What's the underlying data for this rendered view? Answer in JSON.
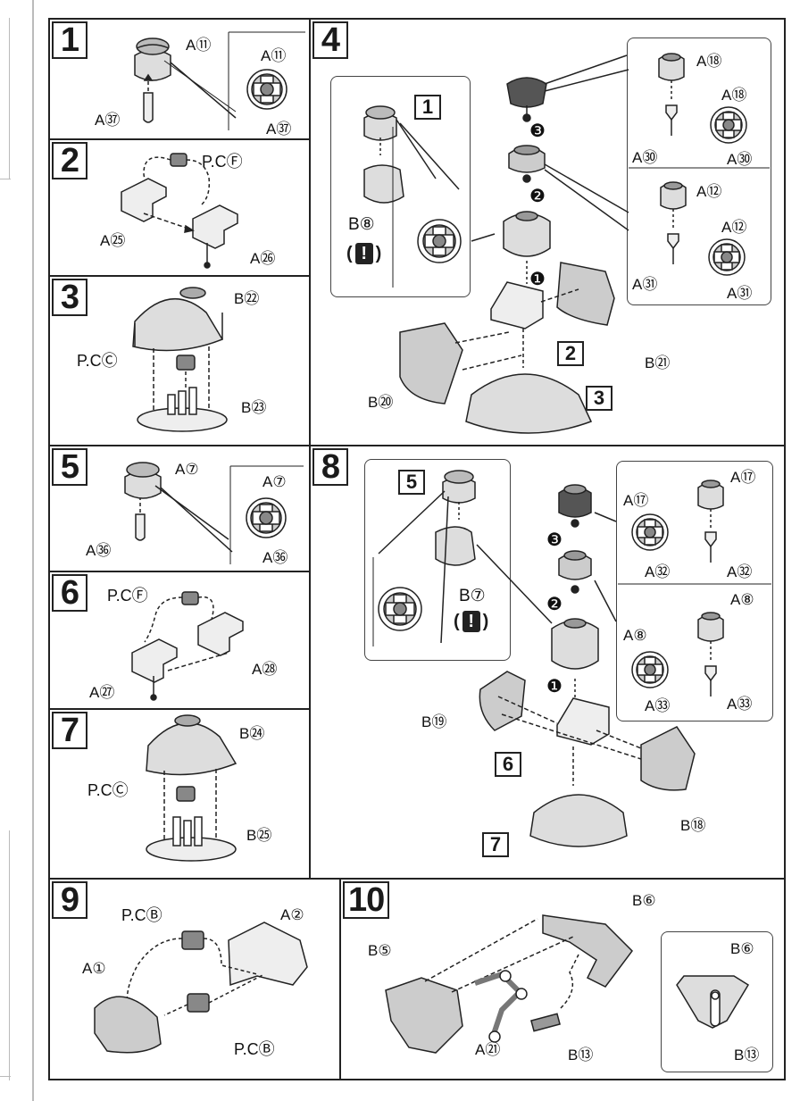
{
  "steps": {
    "s1": {
      "number": "1",
      "labels": {
        "cap": "A⑪",
        "pin": "A㊲",
        "detail_top": "A⑪",
        "detail_bottom": "A㊲"
      }
    },
    "s2": {
      "number": "2",
      "labels": {
        "pc": "P.CⒻ",
        "left": "A㉕",
        "right": "A㉖"
      }
    },
    "s3": {
      "number": "3",
      "labels": {
        "top": "B㉒",
        "pc": "P.CⒸ",
        "base": "B㉓"
      }
    },
    "s4": {
      "number": "4",
      "inset_ref": "1",
      "inset_part": "B⑧",
      "warn_open": "(",
      "warn_mark": "!",
      "warn_close": ")",
      "order": [
        "❸",
        "❷",
        "❶"
      ],
      "ref2": "2",
      "ref3": "3",
      "left_armor": "B⑳",
      "right_armor": "B㉑",
      "det1": {
        "cap": "A⑱",
        "top": "A⑱",
        "pin": "A㉚",
        "bottom": "A㉚"
      },
      "det2": {
        "cap": "A⑫",
        "top": "A⑫",
        "pin": "A㉛",
        "bottom": "A㉛"
      }
    },
    "s5": {
      "number": "5",
      "labels": {
        "cap": "A⑦",
        "pin": "A㊱",
        "detail_top": "A⑦",
        "detail_bottom": "A㊱"
      }
    },
    "s6": {
      "number": "6",
      "labels": {
        "pc": "P.CⒻ",
        "left": "A㉗",
        "right": "A㉘"
      }
    },
    "s7": {
      "number": "7",
      "labels": {
        "top": "B㉔",
        "pc": "P.CⒸ",
        "base": "B㉕"
      }
    },
    "s8": {
      "number": "8",
      "inset_ref": "5",
      "inset_part": "B⑦",
      "warn_open": "(",
      "warn_mark": "!",
      "warn_close": ")",
      "order": [
        "❸",
        "❷",
        "❶"
      ],
      "ref6": "6",
      "ref7": "7",
      "left_armor": "B⑲",
      "right_armor": "B⑱",
      "det1": {
        "cap": "A⑰",
        "top": "A⑰",
        "pin": "A㉜",
        "bottom": "A㉜"
      },
      "det2": {
        "cap": "A⑧",
        "top": "A⑧",
        "pin": "A㉝",
        "bottom": "A㉝"
      }
    },
    "s9": {
      "number": "9",
      "labels": {
        "pc_top": "P.CⒷ",
        "frame": "A②",
        "shell": "A①",
        "pc_bottom": "P.CⒷ"
      }
    },
    "s10": {
      "number": "10",
      "labels": {
        "b6": "B⑥",
        "b5": "B⑤",
        "a21": "A㉑",
        "b13": "B⑬",
        "inset_b6": "B⑥",
        "inset_b13": "B⑬"
      }
    }
  },
  "colors": {
    "line": "#222222",
    "shade": "#cfcfcf",
    "dark": "#555555"
  }
}
